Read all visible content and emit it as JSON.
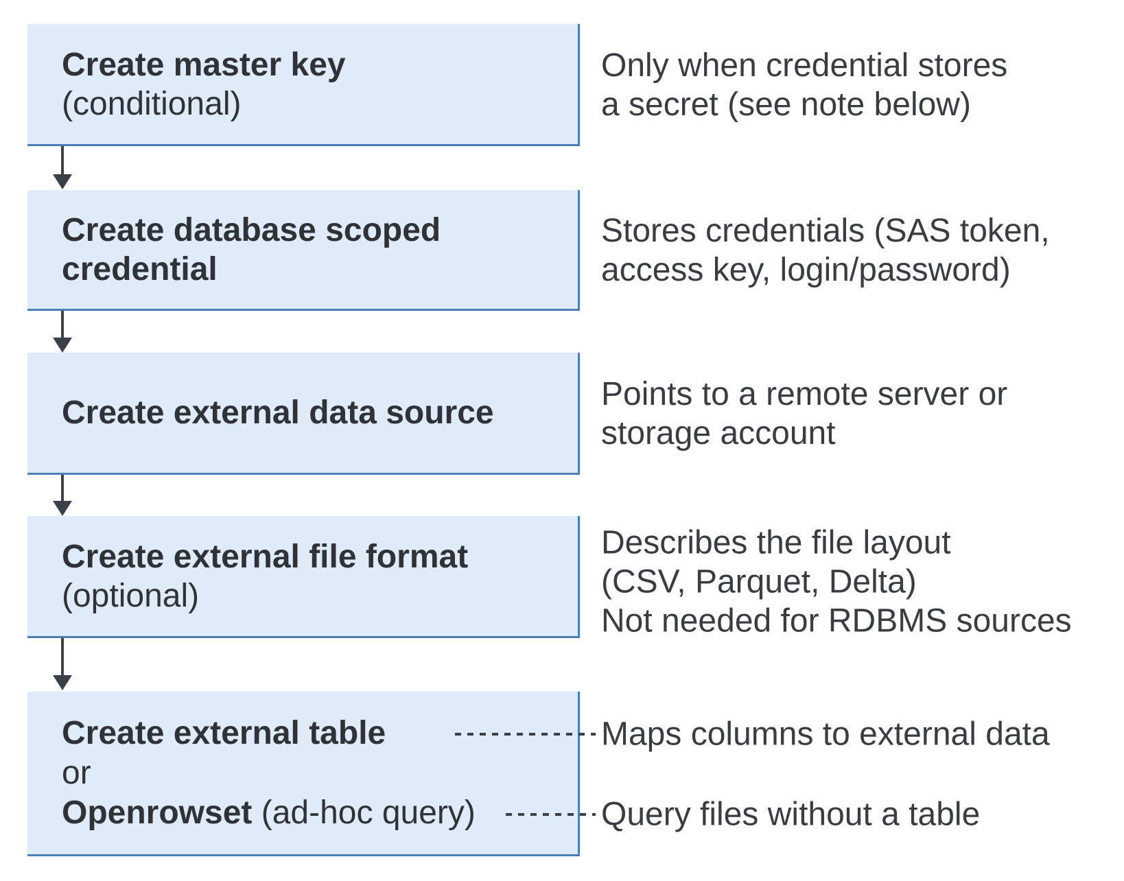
{
  "diagram": {
    "title_hint": "Steps to create external data access objects",
    "colors": {
      "box_fill": "#e0ebf9",
      "box_border": "#4e7fb4",
      "arrow": "#3b3f46",
      "title_text": "#2f3237",
      "note_text": "#393c41",
      "canvas_bg": "#ffffff"
    },
    "boxes": [
      {
        "title": "Create master key",
        "subtitle": "(conditional)",
        "note": "Only when credential stores\na secret (see note below)"
      },
      {
        "title": "Create database scoped\ncredential",
        "note": "Stores credentials (SAS token,\naccess key, login/password)"
      },
      {
        "title": "Create external data source",
        "note": "Points to a remote server or\nstorage account"
      },
      {
        "title": "Create external file format",
        "subtitle": "(optional)",
        "note": "Describes the file layout\n(CSV, Parquet, Delta)\nNot needed for RDBMS sources"
      },
      {
        "line1_bold": "Create external table",
        "line2": "or",
        "line3_bold": "Openrowset",
        "line3_regular": " (ad-hoc query)",
        "note_table": "Maps columns to external data",
        "note_openrowset": "Query files without a table"
      }
    ]
  }
}
